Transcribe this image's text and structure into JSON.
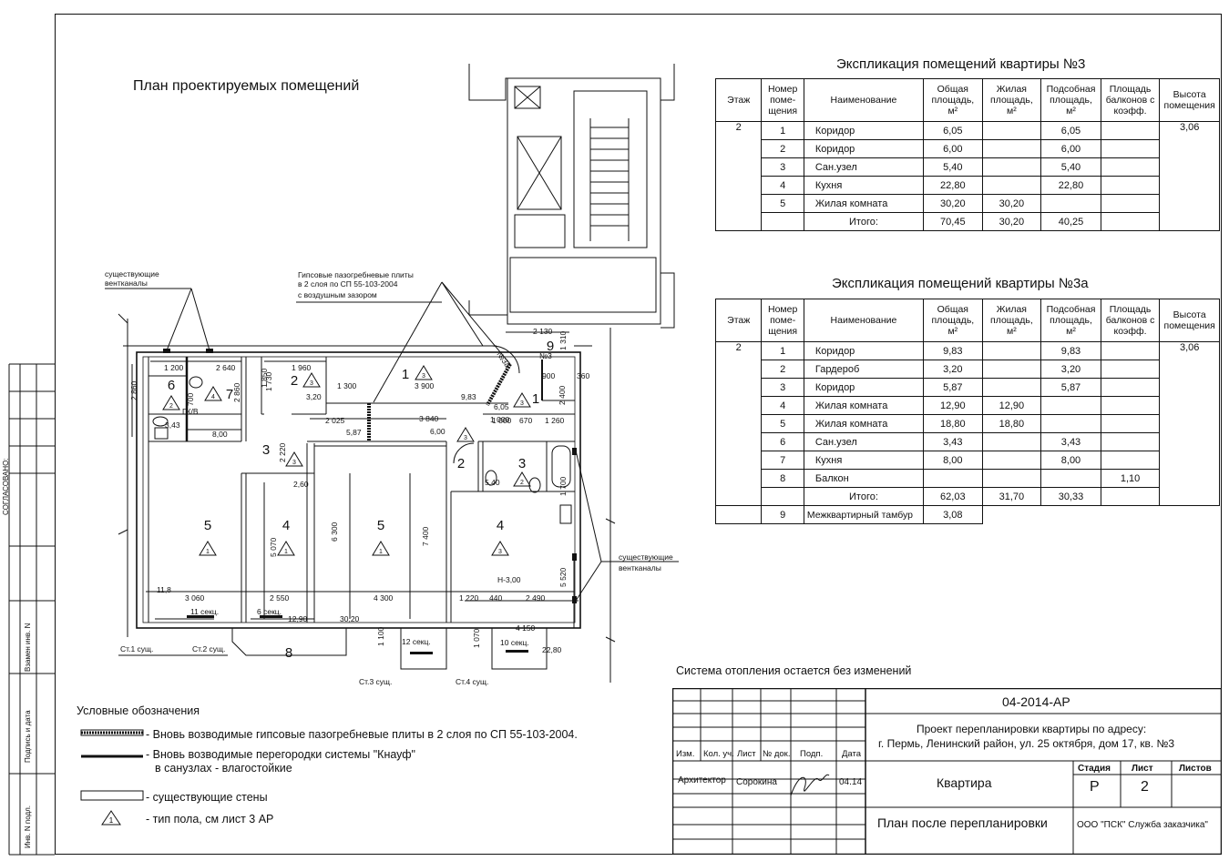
{
  "plan_title": "План проектируемых помещений",
  "table3": {
    "title": "Экспликация помещений квартиры №3",
    "headers": [
      "Этаж",
      "Номер поме-щения",
      "Наименование",
      "Общая площадь, м²",
      "Жилая площадь, м²",
      "Подсобная площадь, м²",
      "Площадь балконов с коэфф.",
      "Высота помещения"
    ],
    "rows": [
      [
        "2",
        "1",
        "Коридор",
        "6,05",
        "",
        "6,05",
        "",
        "3,06"
      ],
      [
        "",
        "2",
        "Коридор",
        "6,00",
        "",
        "6,00",
        "",
        ""
      ],
      [
        "",
        "3",
        "Сан.узел",
        "5,40",
        "",
        "5,40",
        "",
        ""
      ],
      [
        "",
        "4",
        "Кухня",
        "22,80",
        "",
        "22,80",
        "",
        ""
      ],
      [
        "",
        "5",
        "Жилая комната",
        "30,20",
        "30,20",
        "",
        "",
        ""
      ]
    ],
    "total": {
      "label": "Итого:",
      "general": "70,45",
      "living": "30,20",
      "aux": "40,25"
    }
  },
  "table3a": {
    "title": "Экспликация помещений квартиры №3а",
    "headers": [
      "Этаж",
      "Номер поме-щения",
      "Наименование",
      "Общая площадь, м²",
      "Жилая площадь, м²",
      "Подсобная площадь, м²",
      "Площадь балконов с коэфф.",
      "Высота помещения"
    ],
    "rows": [
      [
        "2",
        "1",
        "Коридор",
        "9,83",
        "",
        "9,83",
        "",
        "3,06"
      ],
      [
        "",
        "2",
        "Гардероб",
        "3,20",
        "",
        "3,20",
        "",
        ""
      ],
      [
        "",
        "3",
        "Коридор",
        "5,87",
        "",
        "5,87",
        "",
        ""
      ],
      [
        "",
        "4",
        "Жилая комната",
        "12,90",
        "12,90",
        "",
        "",
        ""
      ],
      [
        "",
        "5",
        "Жилая комната",
        "18,80",
        "18,80",
        "",
        "",
        ""
      ],
      [
        "",
        "6",
        "Сан.узел",
        "3,43",
        "",
        "3,43",
        "",
        ""
      ],
      [
        "",
        "7",
        "Кухня",
        "8,00",
        "",
        "8,00",
        "",
        ""
      ],
      [
        "",
        "8",
        "Балкон",
        "",
        "",
        "",
        "1,10",
        ""
      ]
    ],
    "total": {
      "label": "Итого:",
      "general": "62,03",
      "living": "31,70",
      "aux": "30,33"
    },
    "extra": {
      "num": "9",
      "name": "Межквартирный тамбур",
      "general": "3,08"
    }
  },
  "heating_note": "Система отопления остается без изменений",
  "legend": {
    "title": "Условные обозначения",
    "items": [
      "- Вновь возводимые гипсовые пазогребневые плиты в 2 слоя по СП 55-103-2004.",
      "- Вновь возводимые перегородки системы \"Кнауф\"",
      "в санузлах - влагостойкие",
      "- существующие стены",
      "- тип пола, см лист 3 АР"
    ],
    "triangle": "1"
  },
  "stamp": {
    "code": "04-2014-АР",
    "project": "Проект перепланировки квартиры по адресу:",
    "address": "г. Пермь, Ленинский район, ул. 25 октября, дом 17, кв. №3",
    "cols": [
      "Изм.",
      "Кол. уч.",
      "Лист",
      "№ док.",
      "Подп.",
      "Дата"
    ],
    "role": "Архитектор",
    "person": "Сорокина",
    "date": "04.14",
    "object": "Квартира",
    "sheet_title": "План после перепланировки",
    "stage_label": "Стадия",
    "sheet_label": "Лист",
    "sheets_label": "Листов",
    "stage": "Р",
    "sheet": "2",
    "org": "ООО \"ПСК\" Служба заказчика\""
  },
  "sidebar": [
    "СОГЛАСОВАНО:",
    "Взамен инв. N",
    "Подпись и дата",
    "Инв. N подл."
  ],
  "annotations": {
    "vents_top": [
      "существующие",
      "вентканалы"
    ],
    "gypsum": [
      "Гипсовые пазогребневые плиты",
      "в 2 слоя по СП 55-103-2004",
      "с воздушным зазором"
    ],
    "vents_right": [
      "существующие",
      "вентканалы"
    ]
  },
  "rooms": [
    {
      "n": "6"
    },
    {
      "n": "7"
    },
    {
      "n": "2"
    },
    {
      "n": "1"
    },
    {
      "n": "3"
    },
    {
      "n": "5"
    },
    {
      "n": "4"
    },
    {
      "n": "5"
    },
    {
      "n": "4"
    },
    {
      "n": "2"
    },
    {
      "n": "3"
    },
    {
      "n": "1"
    },
    {
      "n": "9"
    },
    {
      "n": "8"
    }
  ],
  "dims": [
    "1 200",
    "2 640",
    "1 960",
    "2 860",
    "2 860",
    "1 730",
    "1 850",
    "1 300",
    "3 900",
    "9,83",
    "3,20",
    "3,43",
    "8,00",
    "ГК/В",
    "700",
    "2 025",
    "1 000",
    "3 840",
    "5,87",
    "6,00",
    "1 000",
    "670",
    "1 260",
    "2 130",
    "900",
    "360",
    "1 310",
    "2 400",
    "6,05",
    "5,40",
    "2 220",
    "2,60",
    "6 300",
    "5 070",
    "7 400",
    "5 520",
    "1 700",
    "3 060",
    "2 550",
    "4 300",
    "1 220",
    "440",
    "2 490",
    "11,8",
    "12,90",
    "30,20",
    "4 150",
    "1 100",
    "1 070",
    "22,80",
    "Н-3,00",
    "11 секц.",
    "6 секц.",
    "12 секц.",
    "10 секц.",
    "Ст.1 сущ.",
    "Ст.2 сущ.",
    "Ст.3 сущ.",
    "Ст.4 сущ.",
    "№3а",
    "№3"
  ]
}
